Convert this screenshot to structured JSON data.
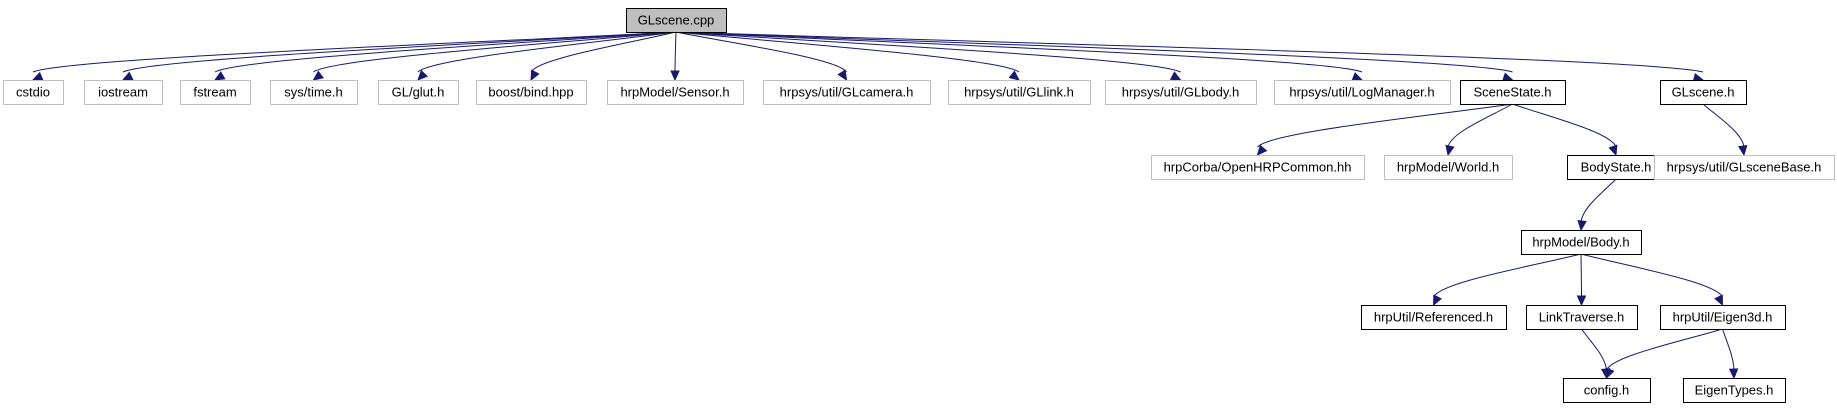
{
  "diagram": {
    "colors": {
      "edge": "#191970",
      "root_fill": "#bfbfbf",
      "documented_border": "#000000",
      "undocumented_border": "#bfbfbf",
      "text": "#000000"
    },
    "nodes": [
      {
        "id": "glscene_cpp",
        "label": "GLscene.cpp",
        "kind": "root"
      },
      {
        "id": "cstdio",
        "label": "cstdio",
        "kind": "external"
      },
      {
        "id": "iostream",
        "label": "iostream",
        "kind": "external"
      },
      {
        "id": "fstream",
        "label": "fstream",
        "kind": "external"
      },
      {
        "id": "sys_time_h",
        "label": "sys/time.h",
        "kind": "external"
      },
      {
        "id": "gl_glut_h",
        "label": "GL/glut.h",
        "kind": "external"
      },
      {
        "id": "boost_bind_hpp",
        "label": "boost/bind.hpp",
        "kind": "external"
      },
      {
        "id": "hrpmodel_sensor_h",
        "label": "hrpModel/Sensor.h",
        "kind": "external"
      },
      {
        "id": "hrpsys_glcamera_h",
        "label": "hrpsys/util/GLcamera.h",
        "kind": "external"
      },
      {
        "id": "hrpsys_gllink_h",
        "label": "hrpsys/util/GLlink.h",
        "kind": "external"
      },
      {
        "id": "hrpsys_glbody_h",
        "label": "hrpsys/util/GLbody.h",
        "kind": "external"
      },
      {
        "id": "hrpsys_logmanager_h",
        "label": "hrpsys/util/LogManager.h",
        "kind": "external"
      },
      {
        "id": "scenestate_h",
        "label": "SceneState.h",
        "kind": "documented"
      },
      {
        "id": "glscene_h",
        "label": "GLscene.h",
        "kind": "documented"
      },
      {
        "id": "openhrpcommon_hh",
        "label": "hrpCorba/OpenHRPCommon.hh",
        "kind": "external"
      },
      {
        "id": "hrpmodel_world_h",
        "label": "hrpModel/World.h",
        "kind": "external"
      },
      {
        "id": "bodystate_h",
        "label": "BodyState.h",
        "kind": "documented"
      },
      {
        "id": "glscenebase_h",
        "label": "hrpsys/util/GLsceneBase.h",
        "kind": "external"
      },
      {
        "id": "hrpmodel_body_h",
        "label": "hrpModel/Body.h",
        "kind": "documented"
      },
      {
        "id": "hrputil_referenced_h",
        "label": "hrpUtil/Referenced.h",
        "kind": "documented"
      },
      {
        "id": "linktraverse_h",
        "label": "LinkTraverse.h",
        "kind": "documented"
      },
      {
        "id": "hrputil_eigen3d_h",
        "label": "hrpUtil/Eigen3d.h",
        "kind": "documented"
      },
      {
        "id": "config_h",
        "label": "config.h",
        "kind": "documented"
      },
      {
        "id": "eigentypes_h",
        "label": "EigenTypes.h",
        "kind": "documented"
      }
    ],
    "edges": [
      {
        "from": "glscene_cpp",
        "to": "cstdio"
      },
      {
        "from": "glscene_cpp",
        "to": "iostream"
      },
      {
        "from": "glscene_cpp",
        "to": "fstream"
      },
      {
        "from": "glscene_cpp",
        "to": "sys_time_h"
      },
      {
        "from": "glscene_cpp",
        "to": "gl_glut_h"
      },
      {
        "from": "glscene_cpp",
        "to": "boost_bind_hpp"
      },
      {
        "from": "glscene_cpp",
        "to": "hrpmodel_sensor_h"
      },
      {
        "from": "glscene_cpp",
        "to": "hrpsys_glcamera_h"
      },
      {
        "from": "glscene_cpp",
        "to": "hrpsys_gllink_h"
      },
      {
        "from": "glscene_cpp",
        "to": "hrpsys_glbody_h"
      },
      {
        "from": "glscene_cpp",
        "to": "hrpsys_logmanager_h"
      },
      {
        "from": "glscene_cpp",
        "to": "scenestate_h"
      },
      {
        "from": "glscene_cpp",
        "to": "glscene_h"
      },
      {
        "from": "scenestate_h",
        "to": "openhrpcommon_hh"
      },
      {
        "from": "scenestate_h",
        "to": "hrpmodel_world_h"
      },
      {
        "from": "scenestate_h",
        "to": "bodystate_h"
      },
      {
        "from": "glscene_h",
        "to": "glscenebase_h"
      },
      {
        "from": "bodystate_h",
        "to": "hrpmodel_body_h"
      },
      {
        "from": "hrpmodel_body_h",
        "to": "hrputil_referenced_h"
      },
      {
        "from": "hrpmodel_body_h",
        "to": "linktraverse_h"
      },
      {
        "from": "hrpmodel_body_h",
        "to": "hrputil_eigen3d_h"
      },
      {
        "from": "linktraverse_h",
        "to": "config_h"
      },
      {
        "from": "hrputil_eigen3d_h",
        "to": "config_h"
      },
      {
        "from": "hrputil_eigen3d_h",
        "to": "eigentypes_h"
      }
    ]
  }
}
